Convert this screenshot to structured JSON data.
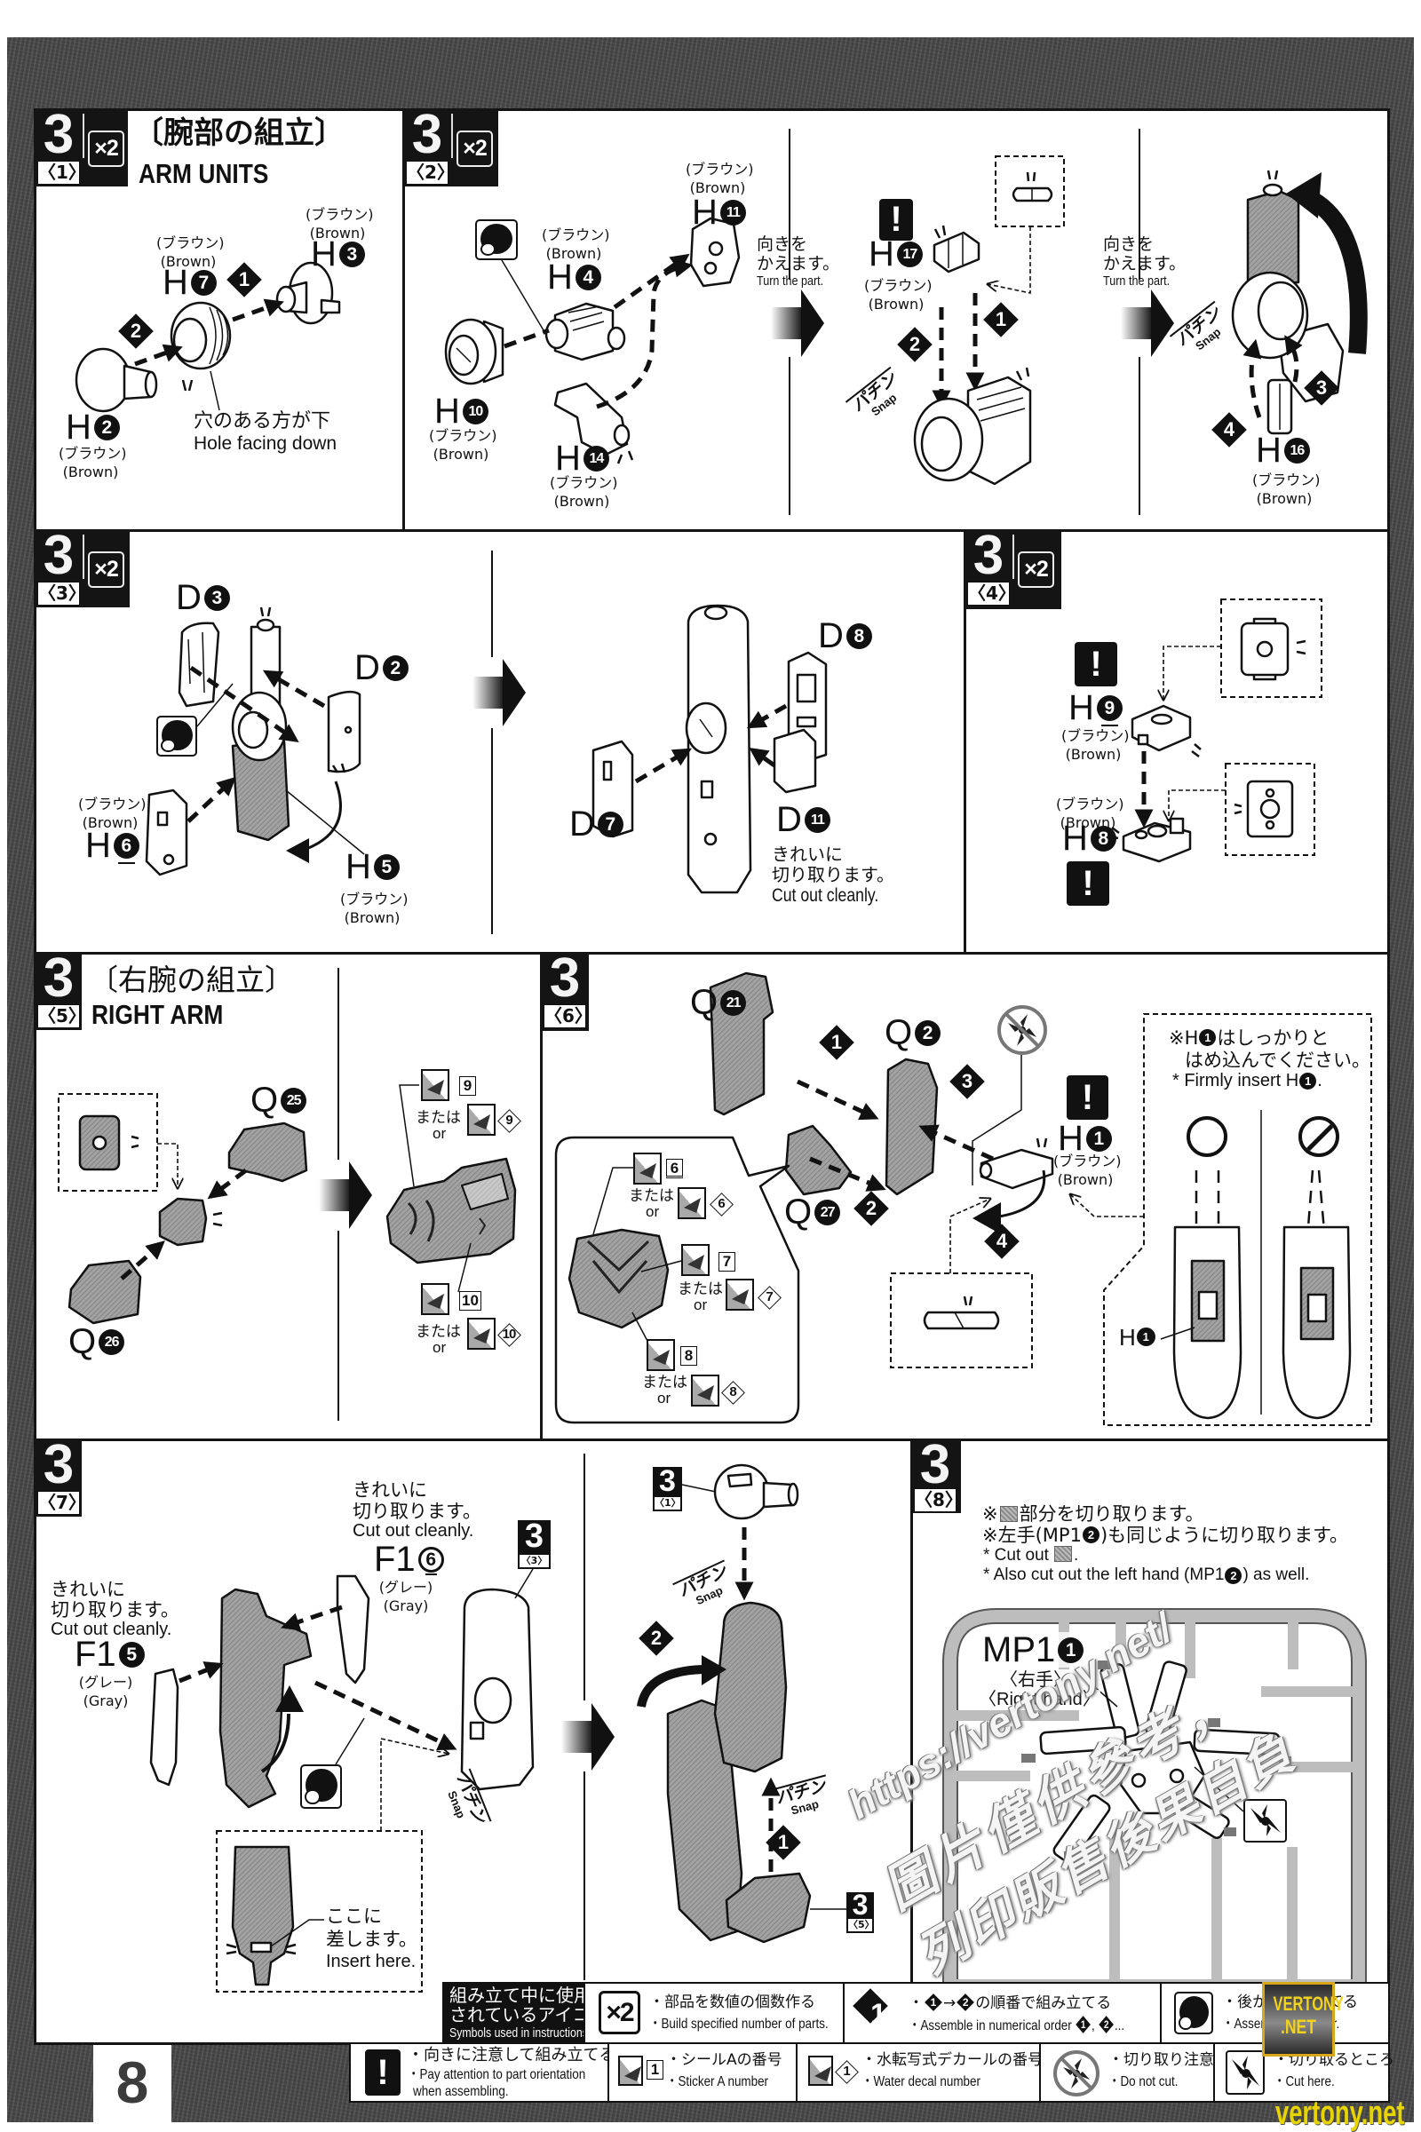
{
  "page": {
    "number": "8"
  },
  "colors": {
    "ink": "#111111",
    "paper": "#ffffff",
    "scan_margin": "#4a4a4a",
    "watermark_yellow": "#e8d400"
  },
  "steps": {
    "s1": {
      "step": "3",
      "sub": "〈1〉",
      "multiplier": "×2",
      "title_ja": "〔腕部の組立〕",
      "title_en": "ARM UNITS",
      "parts": {
        "h3": {
          "code": "H",
          "num": "3",
          "color_ja": "(ブラウン)",
          "color_en": "(Brown)"
        },
        "h7": {
          "code": "H",
          "num": "7",
          "color_ja": "(ブラウン)",
          "color_en": "(Brown)"
        },
        "h2": {
          "code": "H",
          "num": "2",
          "color_ja": "(ブラウン)",
          "color_en": "(Brown)"
        }
      },
      "order": [
        "1",
        "2"
      ],
      "note_ja": "穴のある方が下",
      "note_en": "Hole facing down"
    },
    "s2": {
      "step": "3",
      "sub": "〈2〉",
      "multiplier": "×2",
      "parts": {
        "h11": {
          "code": "H",
          "num": "11",
          "color_ja": "(ブラウン)",
          "color_en": "(Brown)"
        },
        "h4": {
          "code": "H",
          "num": "4",
          "color_ja": "(ブラウン)",
          "color_en": "(Brown)"
        },
        "h10": {
          "code": "H",
          "num": "10",
          "color_ja": "(ブラウン)",
          "color_en": "(Brown)"
        },
        "h14": {
          "code": "H",
          "num": "14",
          "color_ja": "(ブラウン)",
          "color_en": "(Brown)"
        },
        "h17": {
          "code": "H",
          "num": "17",
          "color_ja": "(ブラウン)",
          "color_en": "(Brown)"
        },
        "h16": {
          "code": "H",
          "num": "16",
          "color_ja": "(ブラウン)",
          "color_en": "(Brown)"
        }
      },
      "turn_ja_1": "向きを",
      "turn_ja_2": "かえます。",
      "turn_en": "Turn the part.",
      "attention": "!",
      "order": [
        "1",
        "2",
        "3",
        "4"
      ],
      "snap_ja": "パチン",
      "snap_en": "Snap"
    },
    "s3": {
      "step": "3",
      "sub": "〈3〉",
      "multiplier": "×2",
      "parts": {
        "d3": {
          "code": "D",
          "num": "3"
        },
        "d2": {
          "code": "D",
          "num": "2"
        },
        "h6": {
          "code": "H",
          "num": "6",
          "color_ja": "(ブラウン)",
          "color_en": "(Brown)"
        },
        "h5": {
          "code": "H",
          "num": "5",
          "color_ja": "(ブラウン)",
          "color_en": "(Brown)"
        },
        "d8": {
          "code": "D",
          "num": "8"
        },
        "d7": {
          "code": "D",
          "num": "7"
        },
        "d11": {
          "code": "D",
          "num": "11"
        }
      },
      "cut_ja_1": "きれいに",
      "cut_ja_2": "切り取ります。",
      "cut_en": "Cut out cleanly."
    },
    "s4": {
      "step": "3",
      "sub": "〈4〉",
      "multiplier": "×2",
      "attention": "!",
      "parts": {
        "h9": {
          "code": "H",
          "num": "9",
          "color_ja": "(ブラウン)",
          "color_en": "(Brown)"
        },
        "h8": {
          "code": "H",
          "num": "8",
          "color_ja": "(ブラウン)",
          "color_en": "(Brown)"
        }
      }
    },
    "s5": {
      "step": "3",
      "sub": "〈5〉",
      "title_ja": "〔右腕の組立〕",
      "title_en": "RIGHT ARM",
      "parts": {
        "q25": {
          "code": "Q",
          "num": "25"
        },
        "q26": {
          "code": "Q",
          "num": "26"
        }
      },
      "stickers": [
        {
          "sticker": "9",
          "or_ja": "または",
          "or_en": "or",
          "decal": "9"
        },
        {
          "sticker": "10",
          "or_ja": "または",
          "or_en": "or",
          "decal": "10"
        }
      ]
    },
    "s6": {
      "step": "3",
      "sub": "〈6〉",
      "attention": "!",
      "parts": {
        "q21": {
          "code": "Q",
          "num": "21"
        },
        "q2": {
          "code": "Q",
          "num": "2"
        },
        "q27": {
          "code": "Q",
          "num": "27"
        },
        "h1": {
          "code": "H",
          "num": "1",
          "color_ja": "(ブラウン)",
          "color_en": "(Brown)"
        }
      },
      "order": [
        "1",
        "2",
        "3",
        "4"
      ],
      "stickers": [
        {
          "sticker": "6",
          "or_ja": "または",
          "or_en": "or",
          "decal": "6"
        },
        {
          "sticker": "7",
          "or_ja": "または",
          "or_en": "or",
          "decal": "7"
        },
        {
          "sticker": "8",
          "or_ja": "または",
          "or_en": "or",
          "decal": "8"
        }
      ],
      "insert_note": {
        "ja_1_prefix": "※H",
        "ja_1_num": "1",
        "ja_1_suffix": "はしっかりと",
        "ja_2": "はめ込んでください。",
        "en_prefix": "* Firmly insert H",
        "en_num": "1",
        "en_suffix": ".",
        "callout_code": "H",
        "callout_num": "1"
      }
    },
    "s7": {
      "step": "3",
      "sub": "〈7〉",
      "parts": {
        "f16": {
          "code": "F1",
          "num": "6",
          "color_ja": "(グレー)",
          "color_en": "(Gray)"
        },
        "f15": {
          "code": "F1",
          "num": "5",
          "color_ja": "(グレー)",
          "color_en": "(Gray)"
        }
      },
      "cut_ja_1": "きれいに",
      "cut_ja_2": "切り取ります。",
      "cut_en": "Cut out cleanly.",
      "refs": {
        "r3": {
          "step": "3",
          "sub": "〈3〉"
        },
        "r1": {
          "step": "3",
          "sub": "〈1〉"
        },
        "r5": {
          "step": "3",
          "sub": "〈5〉"
        }
      },
      "snap_ja": "パチン",
      "snap_en": "Snap",
      "insert_ja_1": "ここに",
      "insert_ja_2": "差します。",
      "insert_en": "Insert here.",
      "order": [
        "1",
        "2"
      ]
    },
    "s8": {
      "step": "3",
      "sub": "〈8〉",
      "note_ja_1_prefix": "※",
      "note_ja_1_suffix": "部分を切り取ります。",
      "note_ja_2_prefix": "※左手(MP1",
      "note_ja_2_num": "2",
      "note_ja_2_suffix": ")も同じように切り取ります。",
      "note_en_1_prefix": "* Cut out",
      "note_en_1_suffix": ".",
      "note_en_2_prefix": "* Also cut out the left hand (MP1",
      "note_en_2_num": "2",
      "note_en_2_suffix": ") as well.",
      "part": {
        "code": "MP1",
        "num": "1",
        "label_ja": "〈右手〉",
        "label_en": "〈Right hand〉"
      }
    }
  },
  "legend": {
    "title_ja_1": "組み立て中に使用",
    "title_ja_2": "されているアイコン",
    "title_en": "Symbols used in instructions",
    "multiplier": {
      "icon_text": "×2",
      "ja": "・部品を数値の個数作る",
      "en": "・Build specified number of parts."
    },
    "order": {
      "icon_text": "1",
      "ja_bullet": "・",
      "first": "1",
      "arrow": "→",
      "second": "2",
      "ja_suffix": "の順番で組み立てる",
      "en_prefix": "・Assemble in numerical order",
      "en_sep": ",",
      "en_suffix": "..."
    },
    "later": {
      "ja": "・後から組み立てる",
      "en": "・Assemble part later."
    },
    "attention": {
      "icon_text": "!",
      "ja": "・向きに注意して組み立てる",
      "en": "・Pay attention to part orientation",
      "en_2": "when assembling."
    },
    "sticker": {
      "icon_text": "1",
      "ja": "・シールAの番号",
      "en": "・Sticker A number"
    },
    "decal": {
      "icon_text": "1",
      "ja": "・水転写式デカールの番号",
      "en": "・Water decal number"
    },
    "do_not_cut": {
      "ja": "・切り取り注意",
      "en": "・Do not cut."
    },
    "cut_here": {
      "ja": "・切り取るところ",
      "en": "・Cut here."
    }
  },
  "watermark": {
    "url": "https://vertony.net/",
    "line_2": "圖片僅供參考，",
    "line_3": "列印販售後果自負",
    "badge_top": "VERTONY",
    "badge_bottom": ".NET",
    "site": "vertony.net"
  }
}
